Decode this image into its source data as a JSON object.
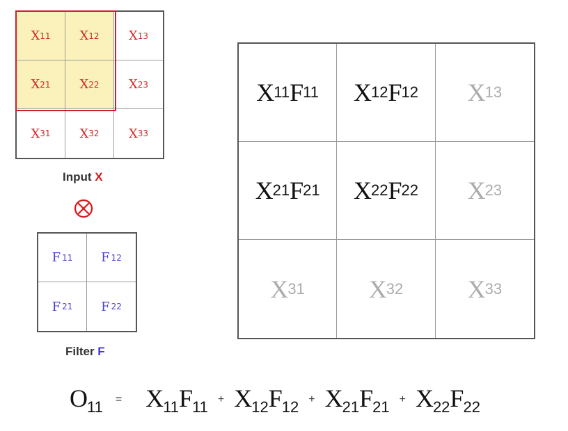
{
  "input": {
    "label_prefix": "Input ",
    "label_var": "X",
    "rows": [
      [
        {
          "base": "X",
          "sub": "11"
        },
        {
          "base": "X",
          "sub": "12"
        },
        {
          "base": "X",
          "sub": "13"
        }
      ],
      [
        {
          "base": "X",
          "sub": "21"
        },
        {
          "base": "X",
          "sub": "22"
        },
        {
          "base": "X",
          "sub": "23"
        }
      ],
      [
        {
          "base": "X",
          "sub": "31"
        },
        {
          "base": "X",
          "sub": "32"
        },
        {
          "base": "X",
          "sub": "33"
        }
      ]
    ],
    "highlight_color": "#fbf1bb",
    "highlight_border_color": "#cc1f2e",
    "text_color": "#d22a2a"
  },
  "operator_symbol": "otimes-icon",
  "filter": {
    "label_prefix": "Filter ",
    "label_var": "F",
    "rows": [
      [
        {
          "base": "F",
          "sub": "11"
        },
        {
          "base": "F",
          "sub": "12"
        }
      ],
      [
        {
          "base": "F",
          "sub": "21"
        },
        {
          "base": "F",
          "sub": "22"
        }
      ]
    ],
    "text_color": "#4b3fcf"
  },
  "output": {
    "rows": [
      [
        {
          "x": "X",
          "xs": "11",
          "f": "F",
          "fs": "11"
        },
        {
          "x": "X",
          "xs": "12",
          "f": "F",
          "fs": "12"
        },
        {
          "x": "X",
          "xs": "13"
        }
      ],
      [
        {
          "x": "X",
          "xs": "21",
          "f": "F",
          "fs": "21"
        },
        {
          "x": "X",
          "xs": "22",
          "f": "F",
          "fs": "22"
        },
        {
          "x": "X",
          "xs": "23"
        }
      ],
      [
        {
          "x": "X",
          "xs": "31"
        },
        {
          "x": "X",
          "xs": "32"
        },
        {
          "x": "X",
          "xs": "33"
        }
      ]
    ],
    "inactive_color": "#ababab"
  },
  "formula": {
    "lhs": {
      "base": "O",
      "sub": "11"
    },
    "equals": "=",
    "plus": "+",
    "terms": [
      {
        "x": "X",
        "xs": "11",
        "f": "F",
        "fs": "11"
      },
      {
        "x": "X",
        "xs": "12",
        "f": "F",
        "fs": "12"
      },
      {
        "x": "X",
        "xs": "21",
        "f": "F",
        "fs": "21"
      },
      {
        "x": "X",
        "xs": "22",
        "f": "F",
        "fs": "22"
      }
    ]
  }
}
